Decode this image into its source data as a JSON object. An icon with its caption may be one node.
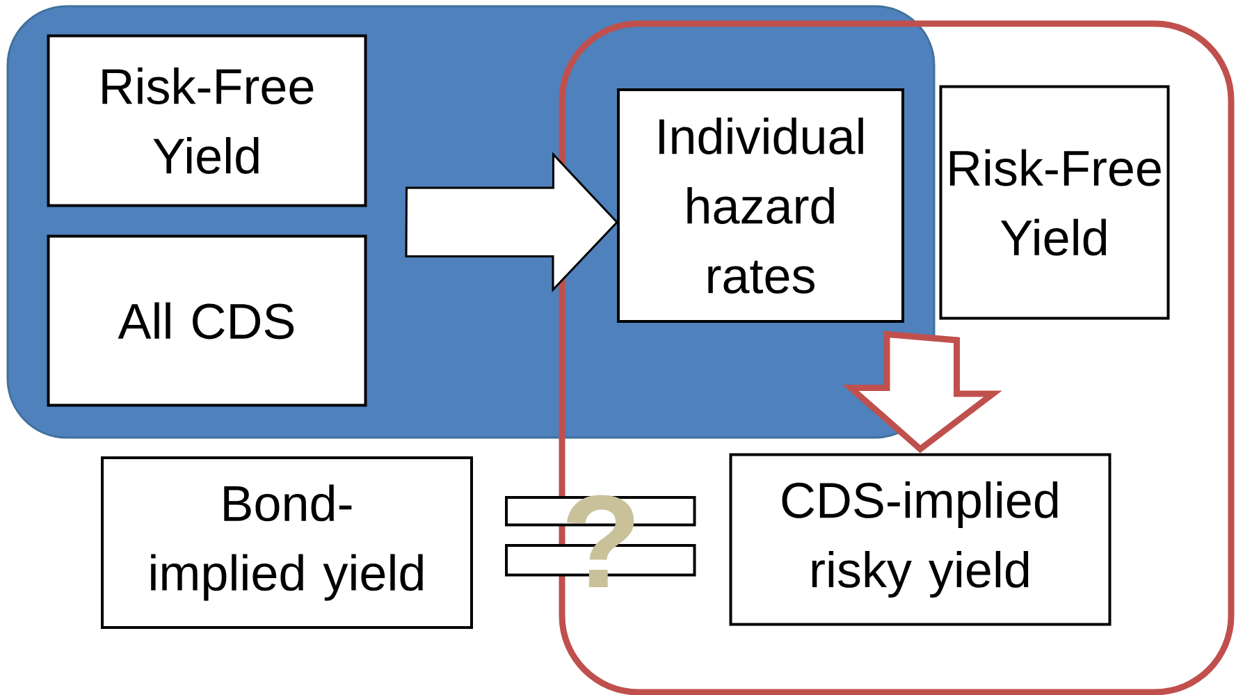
{
  "diagram": {
    "nodes": [
      {
        "text": [],
        "shape": "box"
      },
      {
        "text": [
          "Risk-Free Yield"
        ],
        "in": 0
      },
      {
        "text": [
          "All CDS"
        ],
        "in": 0
      },
      {
        "text": [],
        "shape": "box"
      },
      {
        "text": [
          "Individual hazard rates"
        ]
      },
      {
        "text": [
          "Risk-Free Yield"
        ],
        "in": 3
      },
      {
        "text": [
          "Bond-implied yield"
        ]
      },
      {
        "text": [
          "CDS-implied risky yield"
        ],
        "in": 3
      }
    ],
    "edges": [
      {
        "from": 0,
        "to": 4,
        "arrow": "to"
      },
      {
        "from": 4,
        "to": 7,
        "arrow": "to",
        "style": "thick",
        "color": "#c0504d"
      },
      {
        "from": 6,
        "to": 7,
        "arrow": "none",
        "label": "?"
      }
    ]
  }
}
